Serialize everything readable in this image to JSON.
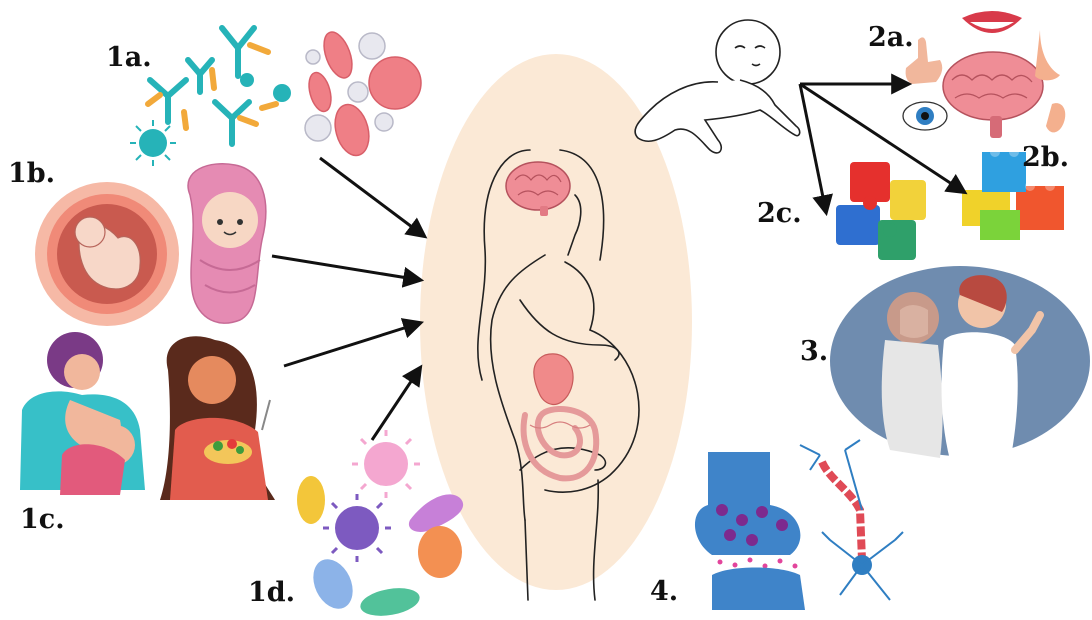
{
  "labels": {
    "l1a": "1a.",
    "l1b": "1b.",
    "l1c": "1c.",
    "l1d": "1d.",
    "l2a": "2a.",
    "l2b": "2b.",
    "l2c": "2c.",
    "l3": "3.",
    "l4": "4."
  },
  "colors": {
    "center_oval": "#fbe9d6",
    "antibody": "#26b3b8",
    "cytokine": "#f2a93a",
    "red_cell": "#ef7f86",
    "womb": "#f08a78",
    "swaddle": "#e58bb3",
    "gut": "#f1a4a4",
    "brain": "#ef8d96",
    "social_bg": "#6f8caf",
    "synapse": "#3f84c9",
    "neuron": "#2f7ec2",
    "myelin": "#e04a56",
    "arrow": "#111111"
  }
}
